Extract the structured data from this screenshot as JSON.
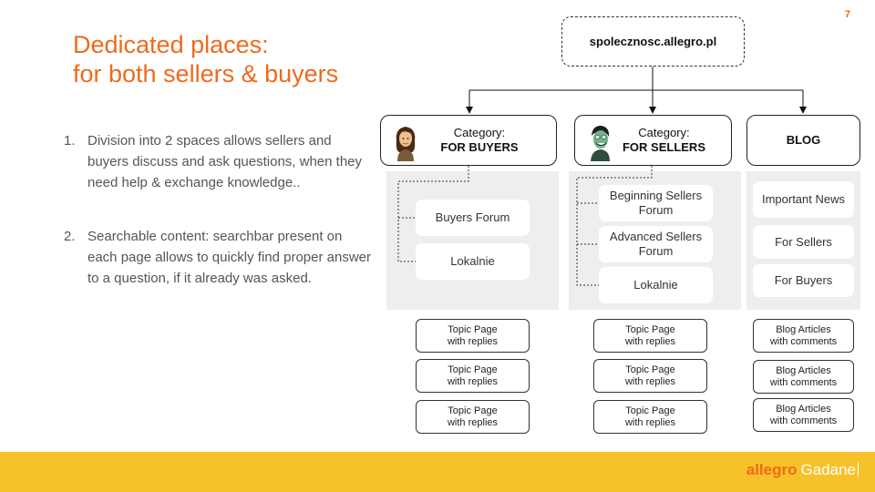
{
  "page_number": "7",
  "title": {
    "line1": "Dedicated places:",
    "line2": "for both sellers & buyers"
  },
  "points": [
    {
      "num": "1.",
      "text": "Division into 2 spaces allows sellers and buyers discuss and ask questions, when they need help & exchange knowledge.."
    },
    {
      "num": "2.",
      "text": "Searchable content: searchbar present on each page allows to quickly find proper answer to a question, if it already was asked."
    }
  ],
  "root": {
    "label": "spolecznosc.allegro.pl"
  },
  "categories": {
    "buyers": {
      "line1": "Category:",
      "line2": "FOR BUYERS"
    },
    "sellers": {
      "line1": "Category:",
      "line2": "FOR SELLERS"
    },
    "blog": {
      "label": "BLOG"
    }
  },
  "buyers_items": [
    "Buyers Forum",
    "Lokalnie"
  ],
  "sellers_items": [
    "Beginning Sellers Forum",
    "Advanced Sellers Forum",
    "Lokalnie"
  ],
  "blog_items": [
    "Important News",
    "For Sellers",
    "For Buyers"
  ],
  "topic_pages": {
    "buyers": [
      {
        "line1": "Topic Page",
        "line2": "with replies"
      },
      {
        "line1": "Topic Page",
        "line2": "with replies"
      },
      {
        "line1": "Topic Page",
        "line2": "with replies"
      }
    ],
    "sellers": [
      {
        "line1": "Topic Page",
        "line2": "with replies"
      },
      {
        "line1": "Topic Page",
        "line2": "with replies"
      },
      {
        "line1": "Topic Page",
        "line2": "with replies"
      }
    ],
    "blog": [
      {
        "line1": "Blog Articles",
        "line2": "with comments"
      },
      {
        "line1": "Blog Articles",
        "line2": "with comments"
      },
      {
        "line1": "Blog Articles",
        "line2": "with comments"
      }
    ]
  },
  "brand": {
    "main": "allegro",
    "sub": "Gadane"
  },
  "colors": {
    "accent": "#ed6a1d",
    "footer": "#f7c229",
    "panel": "#eeeeee"
  }
}
